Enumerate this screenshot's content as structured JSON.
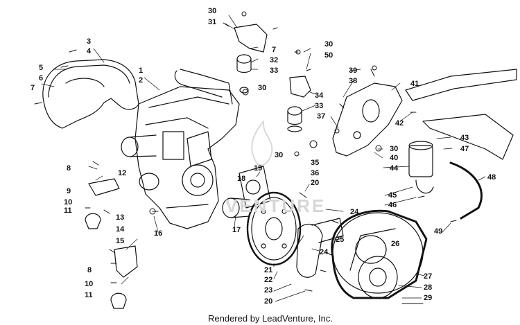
{
  "credit": "Rendered by LeadVenture, Inc.",
  "watermark": "VENTURE",
  "callouts": [
    "1",
    "2",
    "3",
    "4",
    "5",
    "6",
    "7",
    "8",
    "9",
    "10",
    "11",
    "12",
    "13",
    "14",
    "15",
    "16",
    "17",
    "18",
    "19",
    "20",
    "21",
    "22",
    "23",
    "24",
    "25",
    "26",
    "27",
    "28",
    "29",
    "30",
    "31",
    "32",
    "33",
    "34",
    "35",
    "36",
    "37",
    "38",
    "39",
    "40",
    "41",
    "42",
    "43",
    "44",
    "45",
    "46",
    "47",
    "48",
    "49",
    "50"
  ],
  "colors": {
    "line": "#111111",
    "background": "#ffffff",
    "watermark": "#d6d6d6"
  }
}
